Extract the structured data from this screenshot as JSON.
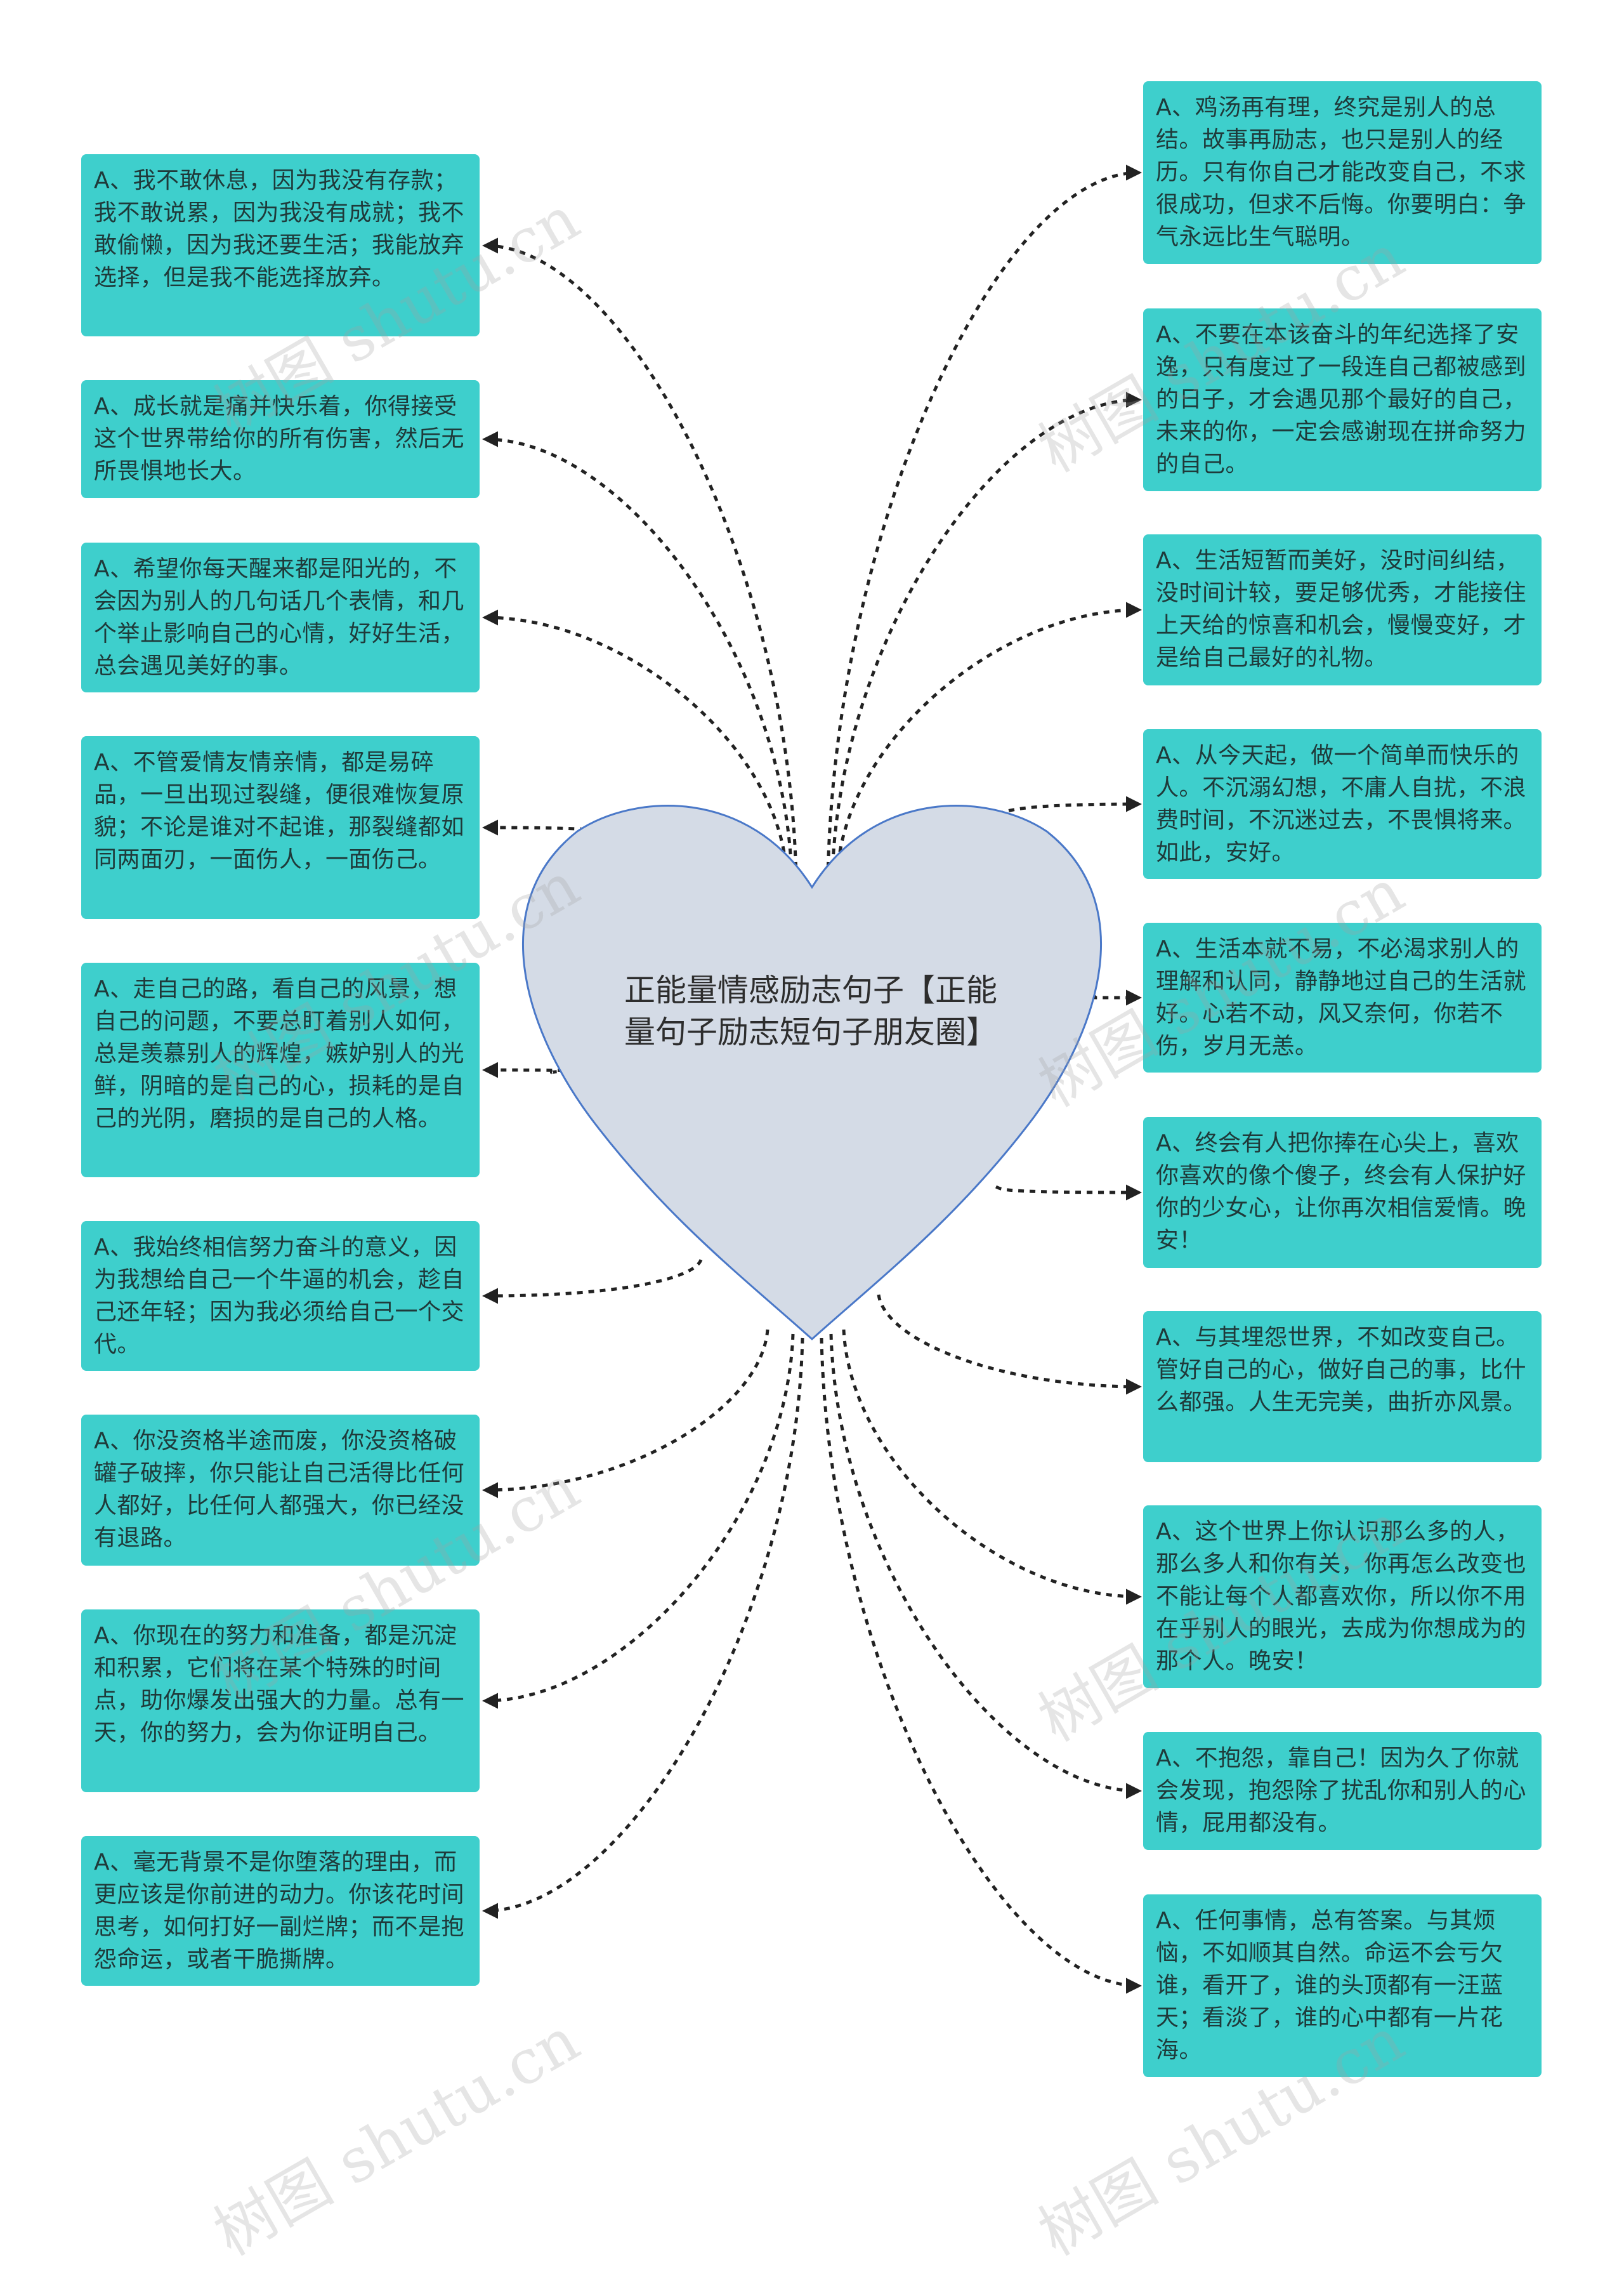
{
  "center": {
    "title": "正能量情感励志句子【正能量句子励志短句子朋友圈】"
  },
  "watermark": "树图 shutu.cn",
  "colors": {
    "node_fill": "#3ecfcc",
    "heart_fill": "#d4dbe6",
    "heart_stroke": "#4a78c8",
    "connector": "#222222"
  },
  "left_nodes": [
    {
      "text": "A、我不敢休息，因为我没有存款；我不敢说累，因为我没有成就；我不敢偷懒，因为我还要生活；我能放弃选择，但是我不能选择放弃。"
    },
    {
      "text": "A、成长就是痛并快乐着，你得接受这个世界带给你的所有伤害，然后无所畏惧地长大。"
    },
    {
      "text": "A、希望你每天醒来都是阳光的，不会因为别人的几句话几个表情，和几个举止影响自己的心情，好好生活，总会遇见美好的事。"
    },
    {
      "text": "A、不管爱情友情亲情，都是易碎品，一旦出现过裂缝，便很难恢复原貌；不论是谁对不起谁，那裂缝都如同两面刃，一面伤人，一面伤己。"
    },
    {
      "text": "A、走自己的路，看自己的风景，想自己的问题，不要总盯着别人如何，总是羡慕别人的辉煌，嫉妒别人的光鲜，阴暗的是自己的心，损耗的是自己的光阴，磨损的是自己的人格。"
    },
    {
      "text": "A、我始终相信努力奋斗的意义，因为我想给自己一个牛逼的机会，趁自己还年轻；因为我必须给自己一个交代。"
    },
    {
      "text": "A、你没资格半途而废，你没资格破罐子破摔，你只能让自己活得比任何人都好，比任何人都强大，你已经没有退路。"
    },
    {
      "text": "A、你现在的努力和准备，都是沉淀和积累，它们将在某个特殊的时间点，助你爆发出强大的力量。总有一天，你的努力，会为你证明自己。"
    },
    {
      "text": "A、毫无背景不是你堕落的理由，而更应该是你前进的动力。你该花时间思考，如何打好一副烂牌；而不是抱怨命运，或者干脆撕牌。"
    }
  ],
  "right_nodes": [
    {
      "text": "A、鸡汤再有理，终究是别人的总结。故事再励志，也只是别人的经历。只有你自己才能改变自己，不求很成功，但求不后悔。你要明白：争气永远比生气聪明。"
    },
    {
      "text": "A、不要在本该奋斗的年纪选择了安逸，只有度过了一段连自己都被感到的日子，才会遇见那个最好的自己，未来的你，一定会感谢现在拼命努力的自己。"
    },
    {
      "text": "A、生活短暂而美好，没时间纠结，没时间计较，要足够优秀，才能接住上天给的惊喜和机会，慢慢变好，才是给自己最好的礼物。"
    },
    {
      "text": "A、从今天起，做一个简单而快乐的人。不沉溺幻想，不庸人自扰，不浪费时间，不沉迷过去，不畏惧将来。如此，安好。"
    },
    {
      "text": "A、生活本就不易，不必渴求别人的理解和认同，静静地过自己的生活就好。心若不动，风又奈何，你若不伤，岁月无恙。"
    },
    {
      "text": "A、终会有人把你捧在心尖上，喜欢你喜欢的像个傻子，终会有人保护好你的少女心，让你再次相信爱情。晚安！"
    },
    {
      "text": "A、与其埋怨世界，不如改变自己。管好自己的心，做好自己的事，比什么都强。人生无完美，曲折亦风景。"
    },
    {
      "text": "A、这个世界上你认识那么多的人，那么多人和你有关，你再怎么改变也不能让每个人都喜欢你，所以你不用在乎别人的眼光，去成为你想成为的那个人。晚安！"
    },
    {
      "text": "A、不抱怨，靠自己！因为久了你就会发现，抱怨除了扰乱你和别人的心情，屁用都没有。"
    },
    {
      "text": "A、任何事情，总有答案。与其烦恼，不如顺其自然。命运不会亏欠谁，看开了，谁的头顶都有一汪蓝天；看淡了，谁的心中都有一片花海。"
    }
  ]
}
